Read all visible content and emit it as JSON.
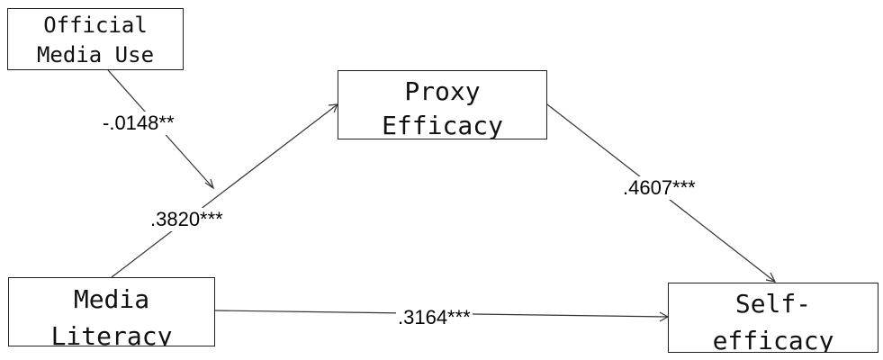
{
  "nodes": {
    "official_media_use": [
      "Official",
      "Media Use"
    ],
    "proxy_efficacy": [
      "Proxy",
      "Efficacy"
    ],
    "media_literacy": [
      "Media",
      "Literacy"
    ],
    "self_efficacy": [
      "Self-",
      "efficacy"
    ]
  },
  "coefficients": {
    "official_moderation": "-.0148**",
    "media_literacy_to_proxy": ".3820***",
    "proxy_to_self": ".4607***",
    "media_literacy_to_self": ".3164***"
  }
}
